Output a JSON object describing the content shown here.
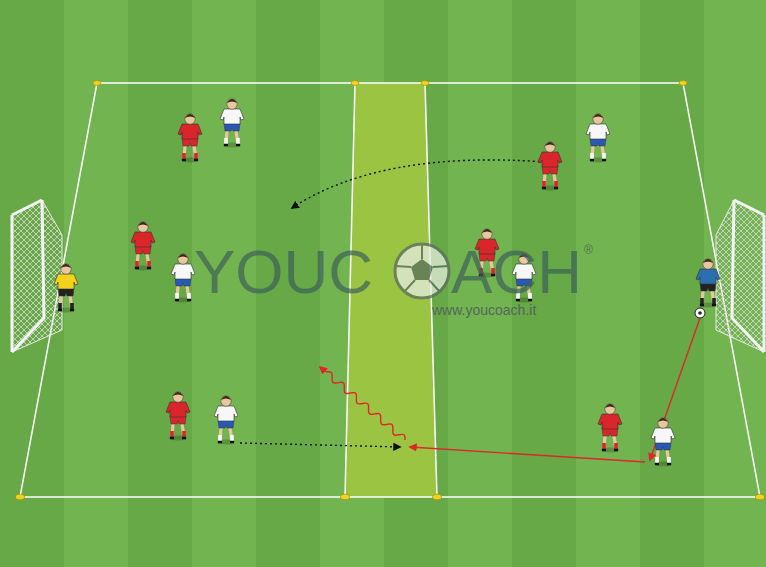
{
  "diagram": {
    "labels": [
      "YOUC",
      "ACH",
      "®",
      "www.youcoach.it"
    ]
  }
}
